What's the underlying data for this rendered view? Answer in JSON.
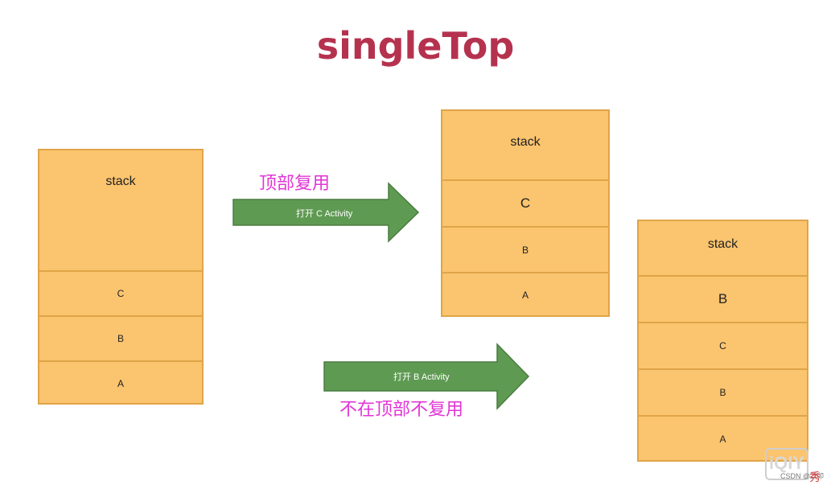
{
  "title": "singleTop",
  "stacks": [
    {
      "header": "stack",
      "cells": [
        "C",
        "B",
        "A"
      ]
    },
    {
      "header": "stack",
      "cells": [
        "C",
        "B",
        "A"
      ]
    },
    {
      "header": "stack",
      "cells": [
        "B",
        "C",
        "B",
        "A"
      ]
    }
  ],
  "arrows": [
    {
      "label": "打开 C Activity",
      "caption": "顶部复用"
    },
    {
      "label": "打开 B Activity",
      "caption": "不在顶部不复用"
    }
  ],
  "watermark": {
    "logo": "iQIY",
    "text": "CSDN @Z/卯",
    "corner": "秀"
  },
  "colors": {
    "stack_fill": "#fbc46e",
    "stack_border": "#e0a448",
    "arrow_fill": "#5f9a52",
    "caption": "#e235d5",
    "title": "#b5324f"
  }
}
